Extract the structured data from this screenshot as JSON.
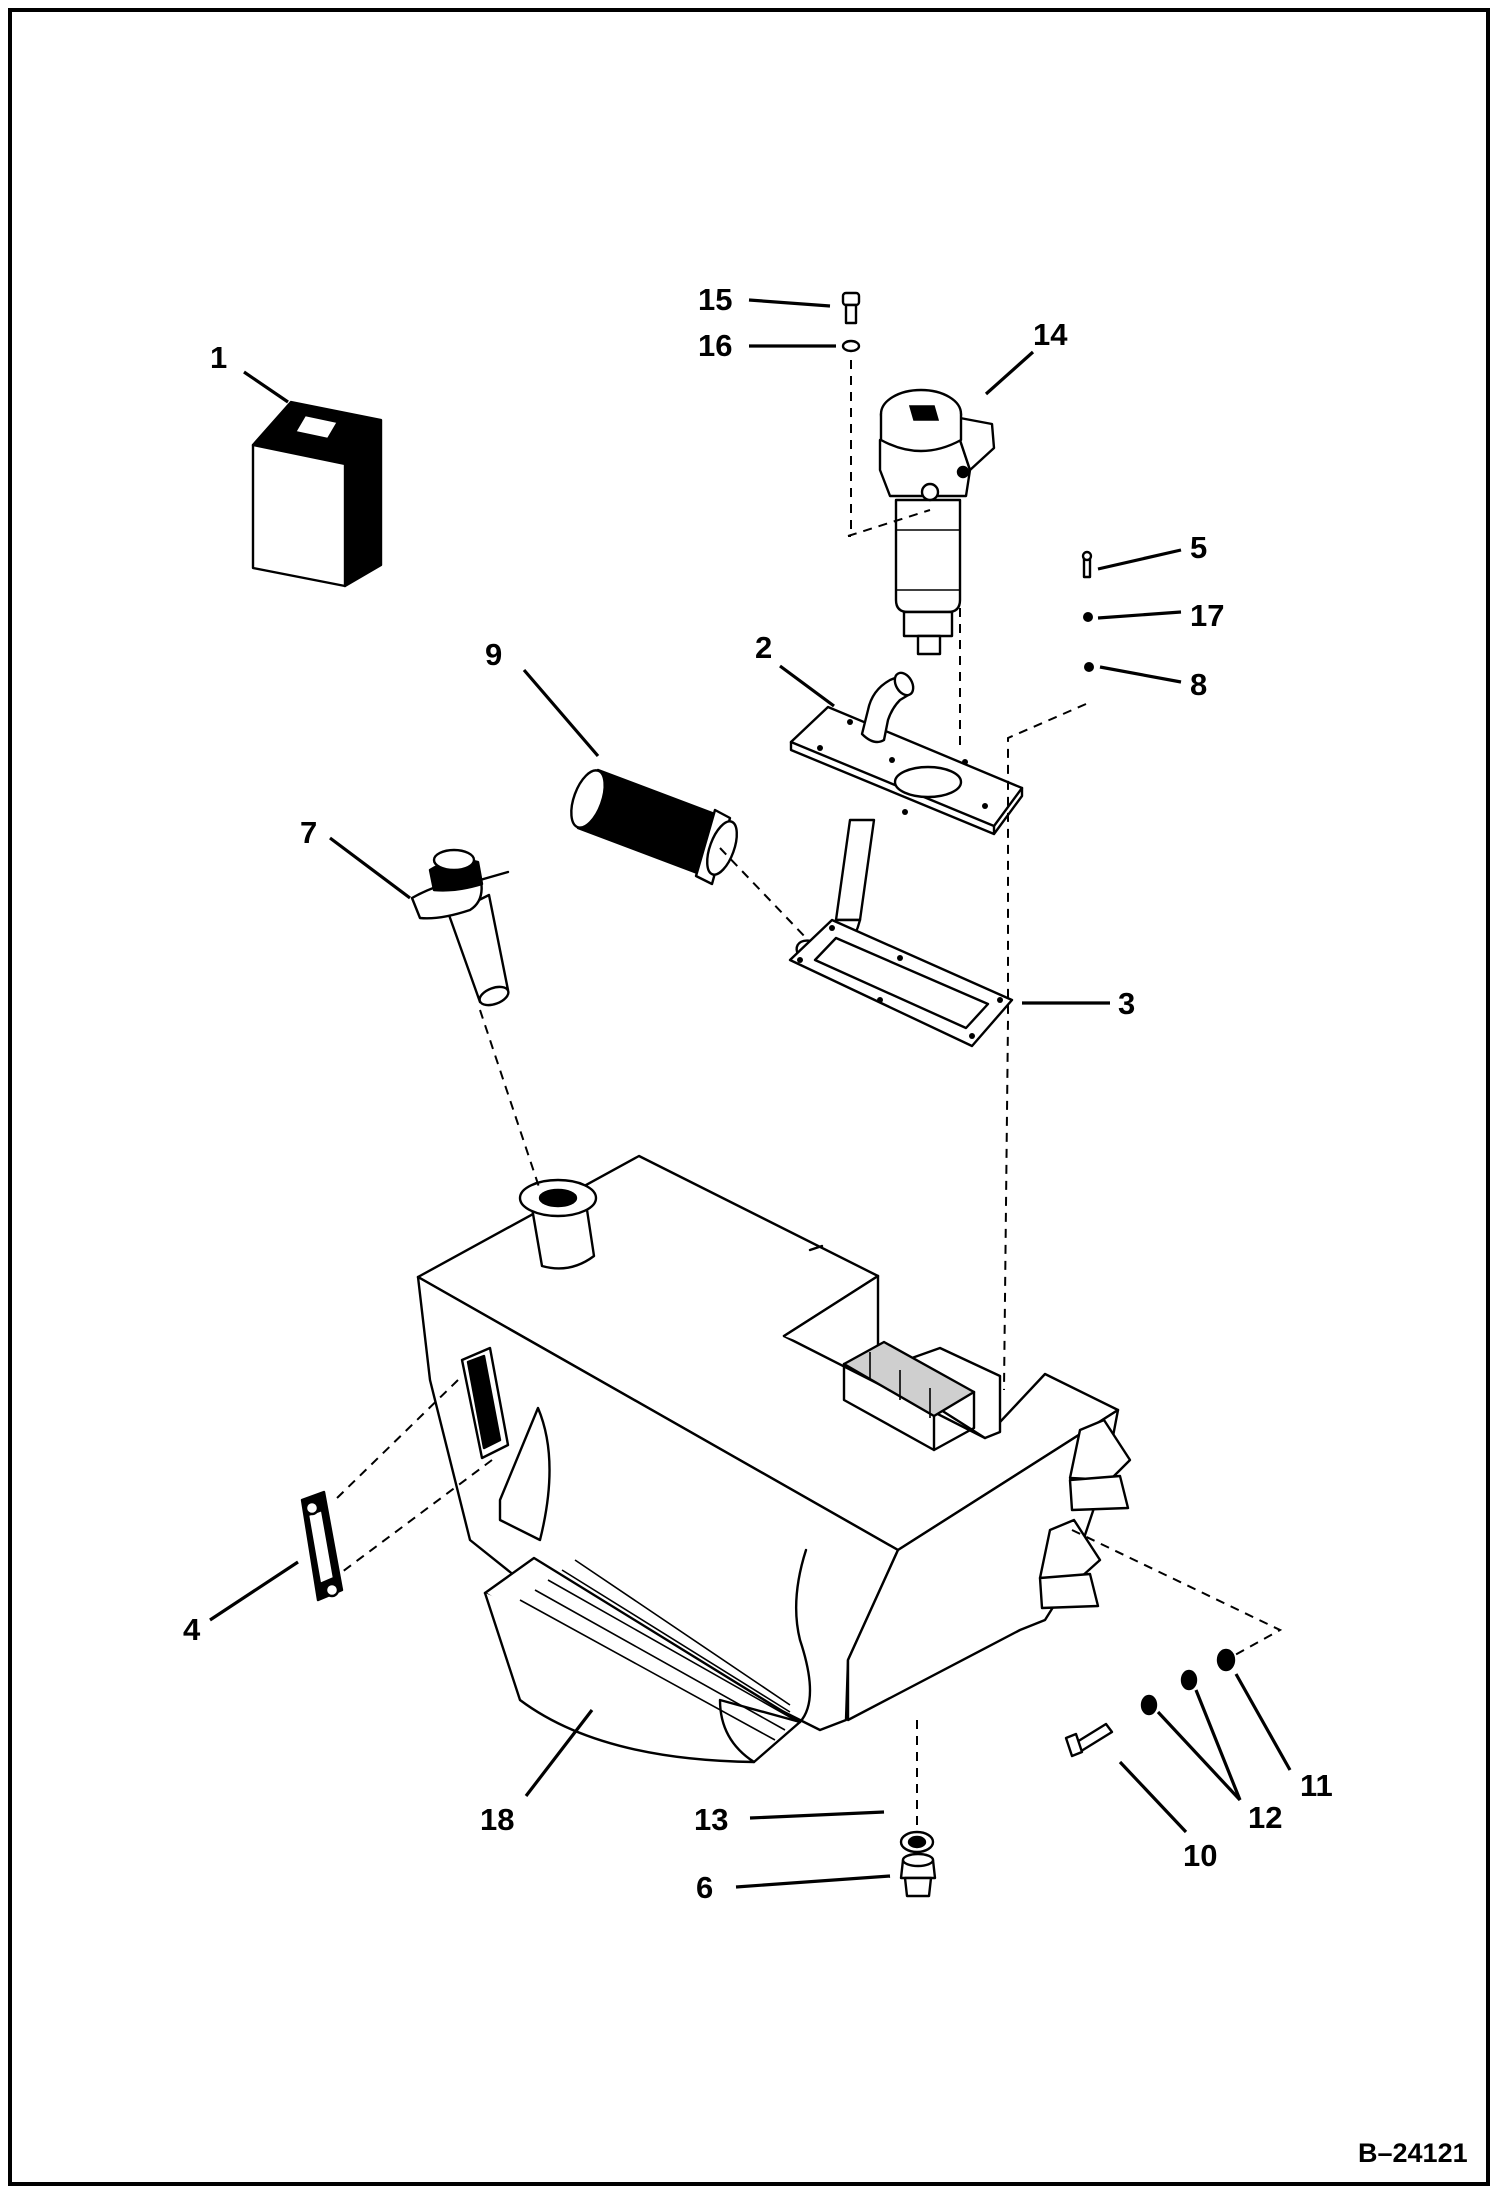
{
  "drawing_number": "B–24121",
  "callouts": [
    {
      "id": "1",
      "label": "1"
    },
    {
      "id": "2",
      "label": "2"
    },
    {
      "id": "3",
      "label": "3"
    },
    {
      "id": "4",
      "label": "4"
    },
    {
      "id": "5",
      "label": "5"
    },
    {
      "id": "6",
      "label": "6"
    },
    {
      "id": "7",
      "label": "7"
    },
    {
      "id": "8",
      "label": "8"
    },
    {
      "id": "9",
      "label": "9"
    },
    {
      "id": "10",
      "label": "10"
    },
    {
      "id": "11",
      "label": "11"
    },
    {
      "id": "12",
      "label": "12"
    },
    {
      "id": "13",
      "label": "13"
    },
    {
      "id": "14",
      "label": "14"
    },
    {
      "id": "15",
      "label": "15"
    },
    {
      "id": "16",
      "label": "16"
    },
    {
      "id": "17",
      "label": "17"
    },
    {
      "id": "18",
      "label": "18"
    }
  ]
}
